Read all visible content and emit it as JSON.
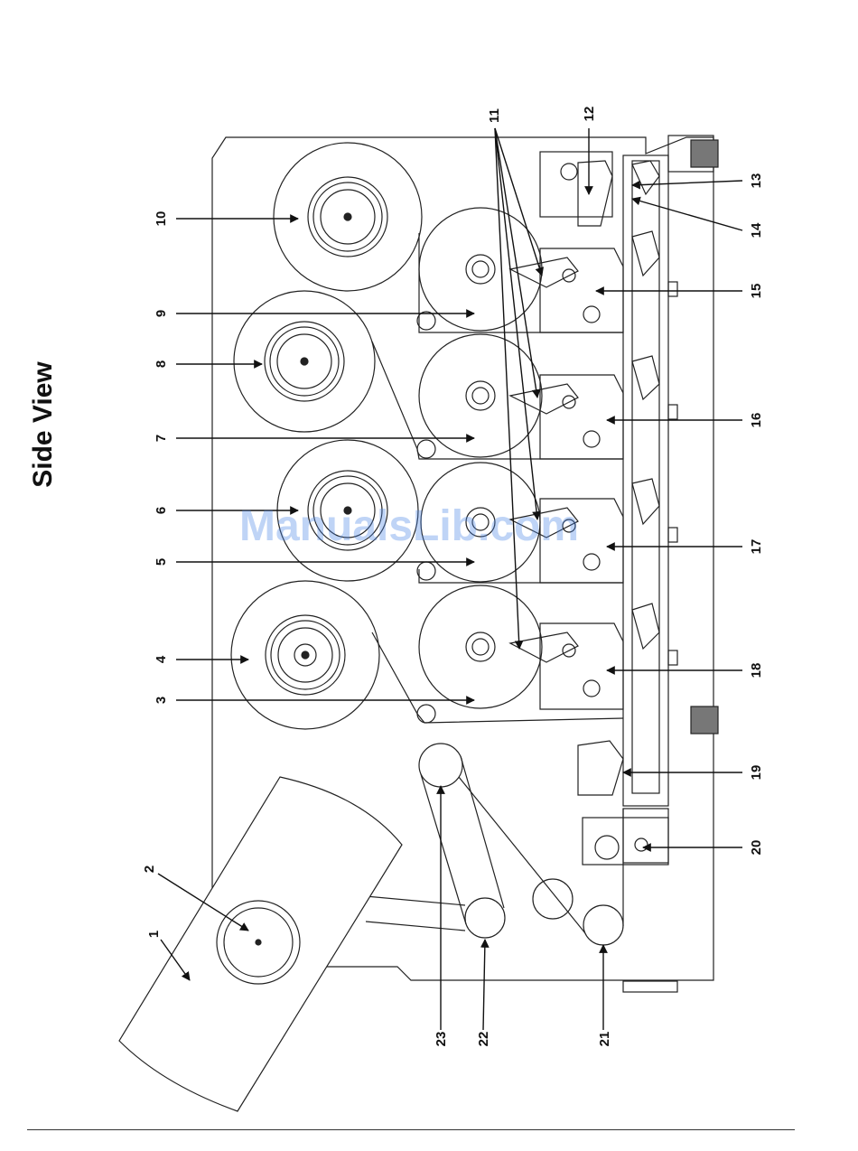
{
  "page": {
    "title": "Side View",
    "watermark": "ManualsLib.com"
  },
  "callouts": [
    "1",
    "2",
    "3",
    "4",
    "5",
    "6",
    "7",
    "8",
    "9",
    "10",
    "11",
    "12",
    "13",
    "14",
    "15",
    "16",
    "17",
    "18",
    "19",
    "20",
    "21",
    "22",
    "23"
  ]
}
